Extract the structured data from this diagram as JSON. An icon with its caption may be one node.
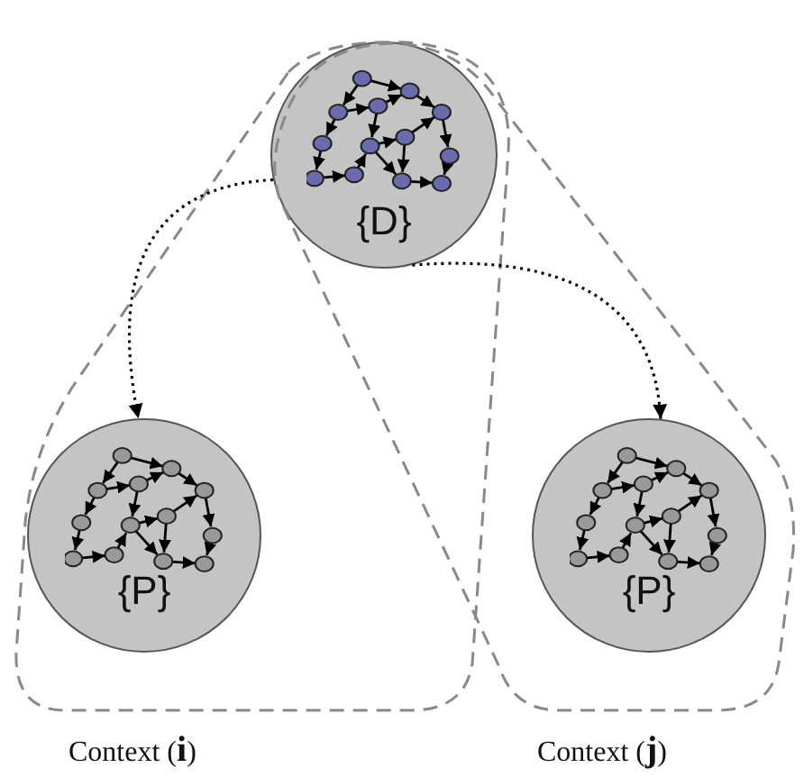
{
  "diagram": {
    "nodes": [
      {
        "text": [
          "{D}"
        ]
      },
      {
        "text": [
          "Context (**i**)"
        ]
      },
      {
        "text": [
          "{P}"
        ],
        "in": 1
      },
      {
        "text": [
          "Context (**j**)"
        ]
      },
      {
        "text": [
          "{P}"
        ],
        "in": 3
      }
    ],
    "edges": [
      {
        "from": 0,
        "to": 2,
        "arrow": "to",
        "style": "dashed"
      },
      {
        "from": 0,
        "to": 4,
        "arrow": "to",
        "style": "dashed"
      }
    ]
  }
}
